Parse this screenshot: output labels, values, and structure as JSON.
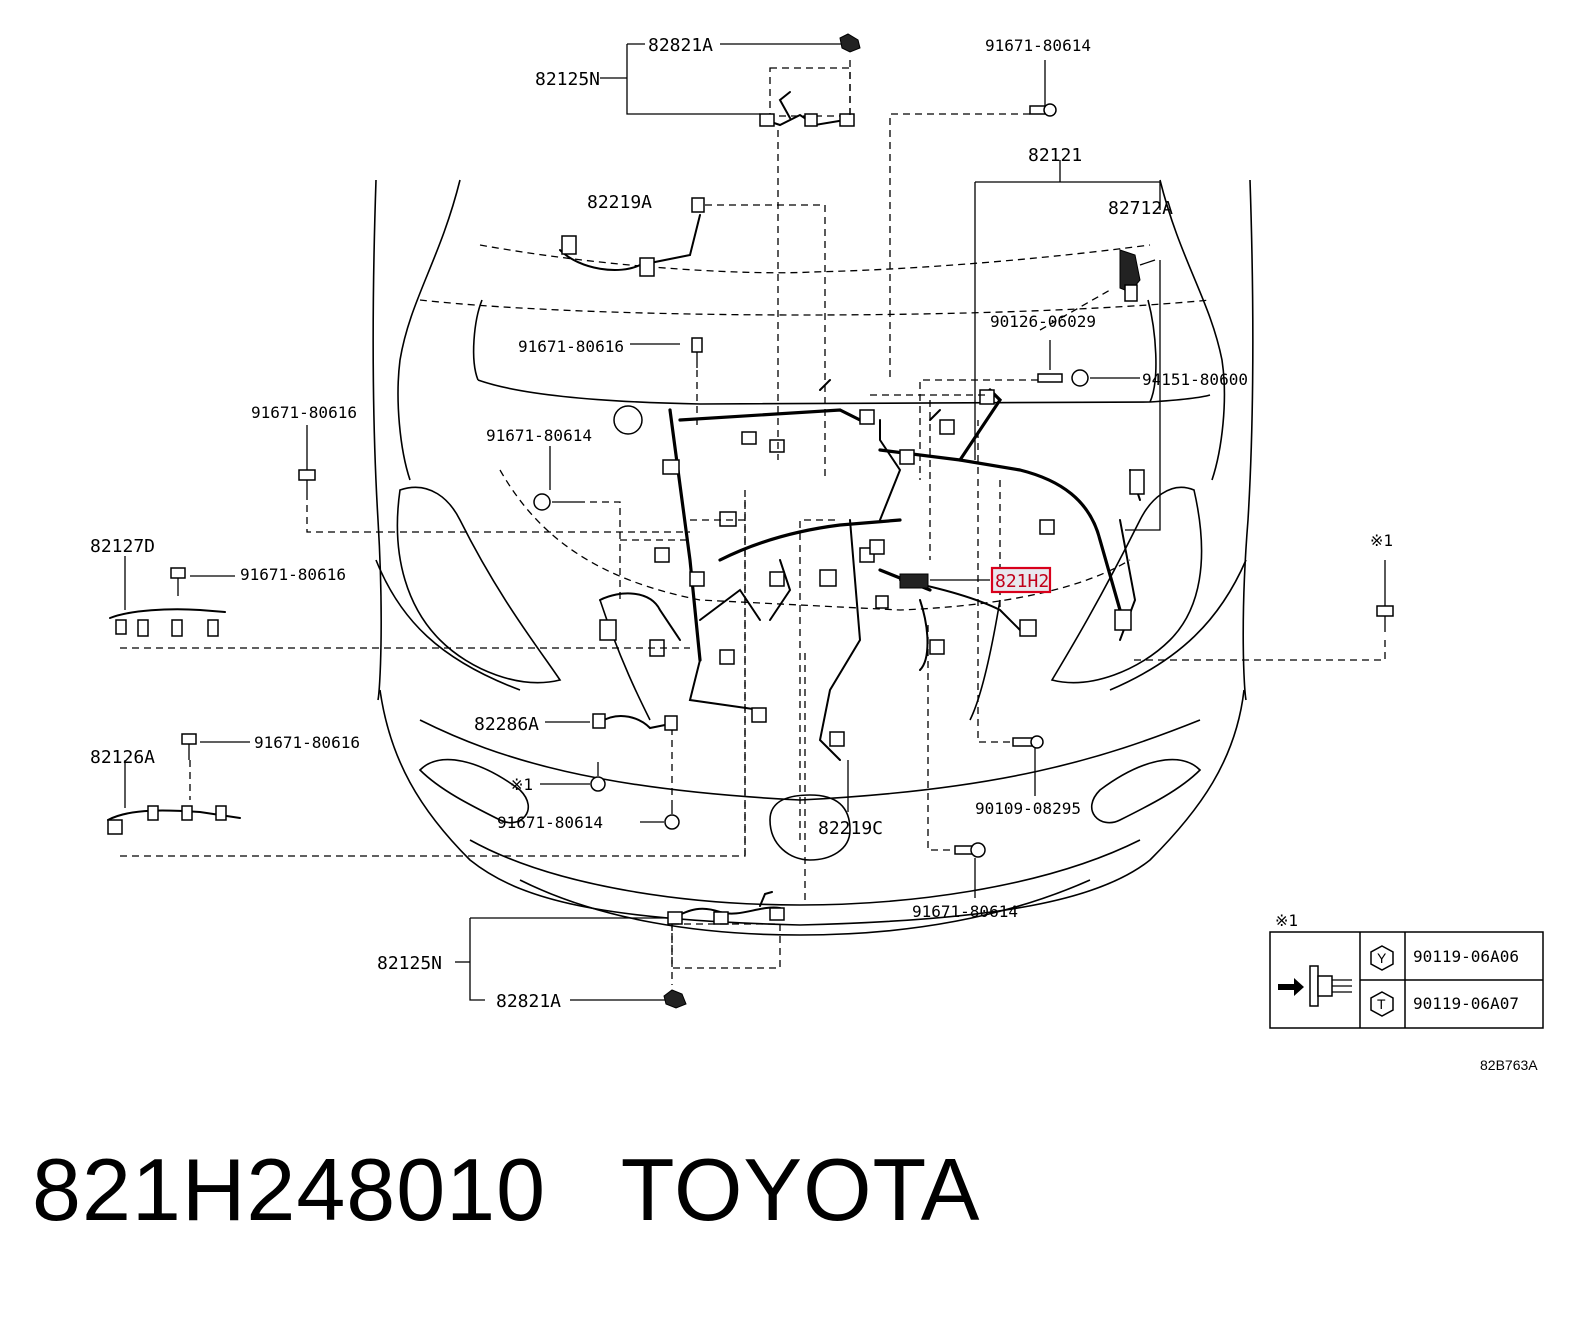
{
  "caption": {
    "part_number": "821H248010",
    "brand": "TOYOTA"
  },
  "diagram_ref": "82B763A",
  "highlight_label": "821H2",
  "labels": {
    "l82821A_top": "82821A",
    "l82125N_top": "82125N",
    "l91671_80614_top": "91671-80614",
    "l82121": "82121",
    "l82712A": "82712A",
    "l82219A": "82219A",
    "l90126_06029": "90126-06029",
    "l91671_80616_a": "91671-80616",
    "l94151_80600": "94151-80600",
    "l91671_80616_b": "91671-80616",
    "l91671_80614_b": "91671-80614",
    "l82127D": "82127D",
    "l91671_80616_c": "91671-80616",
    "note_mark_right": "※1",
    "l82286A": "82286A",
    "l91671_80616_d": "91671-80616",
    "l82126A": "82126A",
    "note_mark_left": "※1",
    "l91671_80614_c": "91671-80614",
    "l82219C": "82219C",
    "l90109_08295": "90109-08295",
    "l91671_80614_d": "91671-80614",
    "l82125N_bottom": "82125N",
    "l82821A_bottom": "82821A"
  },
  "legend": {
    "note": "※1",
    "rows": [
      {
        "symbol": "Y",
        "part": "90119-06A06"
      },
      {
        "symbol": "T",
        "part": "90119-06A07"
      }
    ]
  },
  "icons": [
    "bolt-icon",
    "clip-icon",
    "connector-icon",
    "arrow-right-icon"
  ]
}
